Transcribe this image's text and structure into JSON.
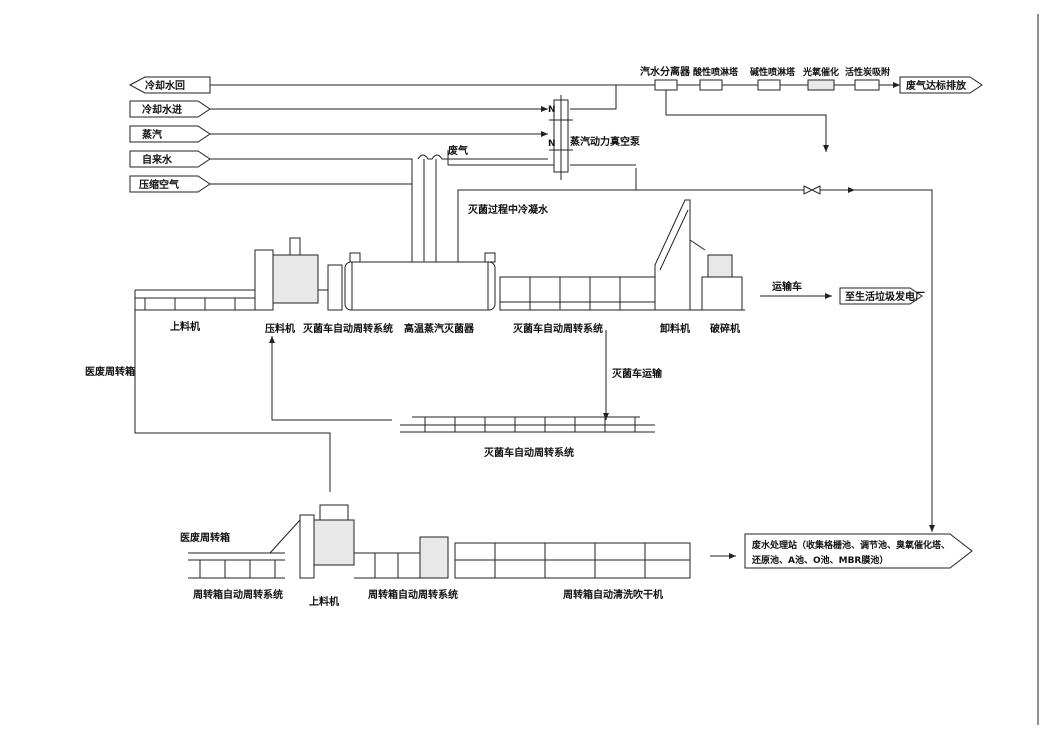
{
  "inputs": {
    "cooling_return": "冷却水回",
    "cooling_in": "冷却水进",
    "steam": "蒸汽",
    "tap_water": "自来水",
    "compressed_air": "压缩空气"
  },
  "gas_train": {
    "separator": "汽水分离器",
    "acid_tower": "酸性喷淋塔",
    "alkali_tower": "碱性喷淋塔",
    "photo_oxidation": "光氧催化",
    "activated_carbon": "活性炭吸附",
    "exhaust": "废气达标排放"
  },
  "process": {
    "waste_gas": "废气",
    "vacuum_pump": "蒸汽动力真空泵",
    "condensate": "灭菌过程中冷凝水",
    "loader": "上料机",
    "press": "压料机",
    "cart_system_1": "灭菌车自动周转系统",
    "sterilizer": "高温蒸汽灭菌器",
    "cart_system_2": "灭菌车自动周转系统",
    "unloader": "卸料机",
    "crusher": "破碎机",
    "transport_vehicle": "运输车",
    "power_plant": "至生活垃圾发电厂",
    "cart_transport": "灭菌车运输",
    "cart_return_system": "灭菌车自动周转系统",
    "medical_box": "医废周转箱"
  },
  "lower": {
    "medical_box": "医废周转箱",
    "box_system_1": "周转箱自动周转系统",
    "loader": "上料机",
    "box_system_2": "周转箱自动周转系统",
    "washer": "周转箱自动清洗吹干机",
    "wastewater_line1": "废水处理站（收集格栅池、调节池、臭氧催化塔、",
    "wastewater_line2": "还原池、A池、O池、MBR膜池）"
  }
}
